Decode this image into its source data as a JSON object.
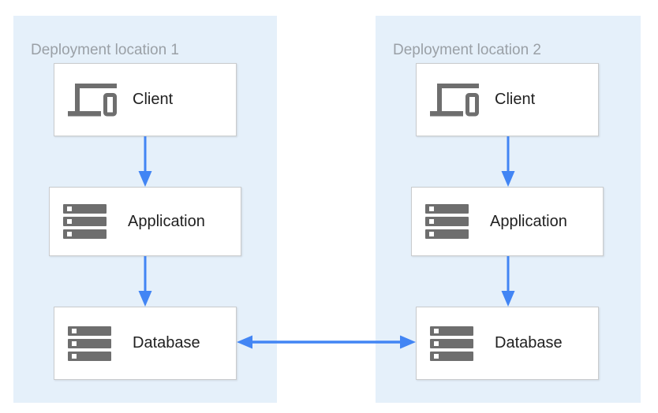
{
  "diagram": {
    "panels": [
      {
        "title": "Deployment location 1",
        "nodes": [
          {
            "label": "Client",
            "icon": "client-devices-icon"
          },
          {
            "label": "Application",
            "icon": "server-stack-icon"
          },
          {
            "label": "Database",
            "icon": "server-stack-icon"
          }
        ]
      },
      {
        "title": "Deployment location 2",
        "nodes": [
          {
            "label": "Client",
            "icon": "client-devices-icon"
          },
          {
            "label": "Application",
            "icon": "server-stack-icon"
          },
          {
            "label": "Database",
            "icon": "server-stack-icon"
          }
        ]
      }
    ],
    "connections": [
      {
        "from": "location-1-client",
        "to": "location-1-application",
        "direction": "down"
      },
      {
        "from": "location-1-application",
        "to": "location-1-database",
        "direction": "down"
      },
      {
        "from": "location-2-client",
        "to": "location-2-application",
        "direction": "down"
      },
      {
        "from": "location-2-application",
        "to": "location-2-database",
        "direction": "down"
      },
      {
        "from": "location-1-database",
        "to": "location-2-database",
        "direction": "bidirectional"
      }
    ],
    "colors": {
      "panel_background": "#e5f0fa",
      "node_background": "#ffffff",
      "node_border": "#c9cbcd",
      "arrow": "#4285f4",
      "icon": "#6e6e6e",
      "title_text": "#9aa0a6",
      "label_text": "#212121"
    }
  }
}
